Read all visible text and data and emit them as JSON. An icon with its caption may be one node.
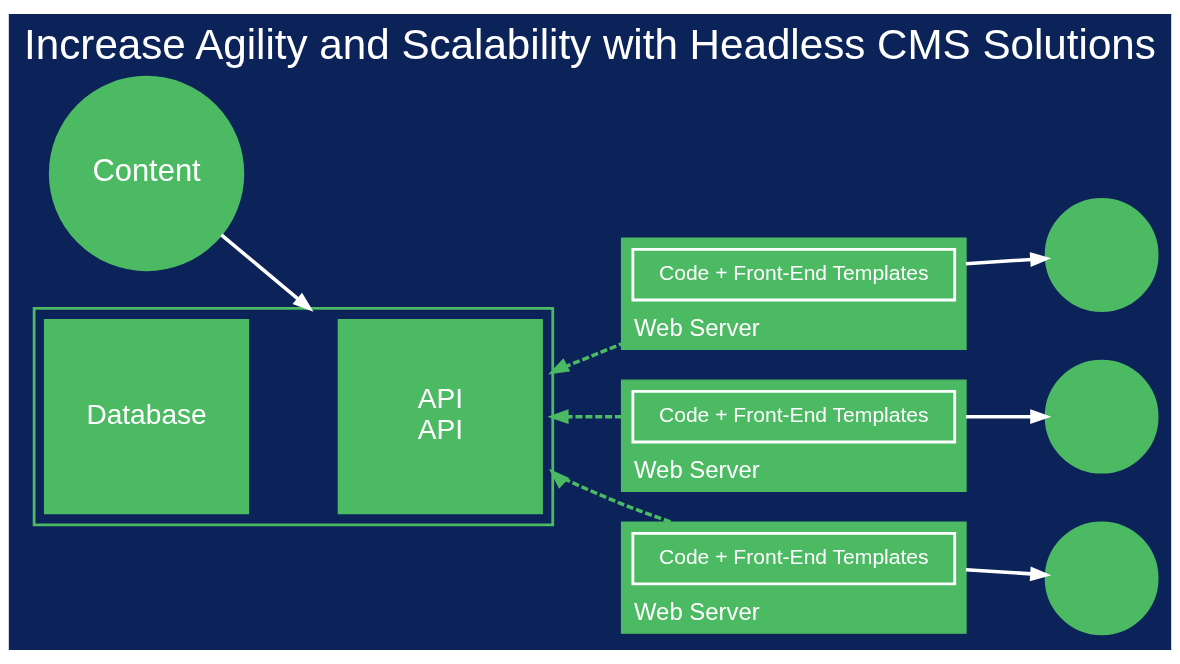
{
  "diagram": {
    "title": "Increase Agility and Scalability with Headless CMS Solutions",
    "nodes": [
      {
        "text": [
          "Content"
        ]
      },
      {
        "text": [],
        "shape": "box"
      },
      {
        "text": [
          "Database"
        ],
        "in": 1
      },
      {
        "text": [
          "API",
          "API"
        ],
        "in": 1
      },
      {
        "text": [
          "Web Server"
        ]
      },
      {
        "text": [
          "Code + Front-End Templates"
        ],
        "in": 4
      },
      {
        "text": [],
        "shape": "circle"
      },
      {
        "text": [
          "Web Server"
        ]
      },
      {
        "text": [
          "Code + Front-End Templates"
        ],
        "in": 7
      },
      {
        "text": [],
        "shape": "circle"
      },
      {
        "text": [
          "Web Server"
        ]
      },
      {
        "text": [
          "Code + Front-End Templates"
        ],
        "in": 10
      },
      {
        "text": [],
        "shape": "circle"
      }
    ],
    "edges": [
      {
        "from": 0,
        "to": 1,
        "arrow": "to"
      },
      {
        "from": 4,
        "to": 1,
        "arrow": "to",
        "style": "dashed",
        "color": "#4cb963"
      },
      {
        "from": 7,
        "to": 1,
        "arrow": "to",
        "style": "dashed",
        "color": "#4cb963"
      },
      {
        "from": 10,
        "to": 1,
        "arrow": "to",
        "style": "dashed",
        "color": "#4cb963"
      },
      {
        "from": 4,
        "to": 6,
        "arrow": "to"
      },
      {
        "from": 7,
        "to": 9,
        "arrow": "to"
      },
      {
        "from": 10,
        "to": 12,
        "arrow": "to"
      }
    ]
  }
}
